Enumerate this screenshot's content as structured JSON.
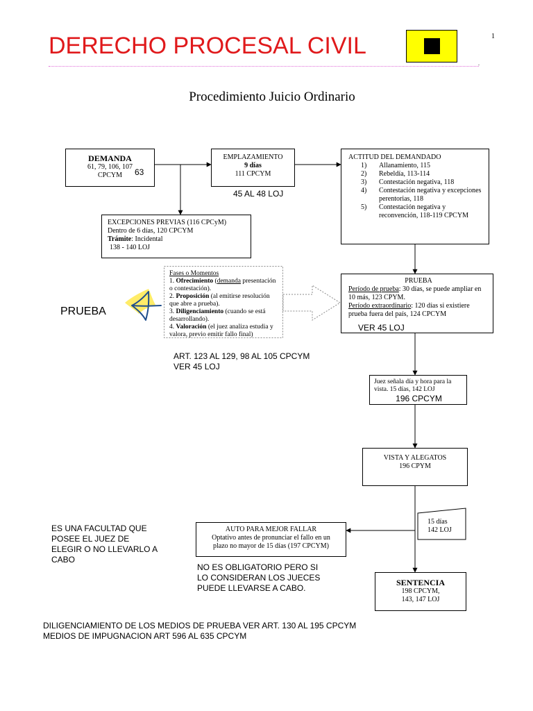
{
  "header": {
    "title": "DERECHO PROCESAL CIVIL",
    "page_number": "1",
    "colors": {
      "title": "#e0191b",
      "rule": "#e06bd8",
      "badge_bg": "#ffff00"
    }
  },
  "diagram": {
    "subtitle": "Procedimiento Juicio Ordinario",
    "demanda": {
      "title": "DEMANDA",
      "line1": "61, 79, 106, 107",
      "line2": "CPCYM",
      "note": "63"
    },
    "emplazamiento": {
      "title": "EMPLAZAMIENTO",
      "days": "9 días",
      "ref": "111 CPCYM",
      "note": "45 AL 48 LOJ"
    },
    "actitud": {
      "title": "ACTITUD DEL DEMANDADO",
      "items": [
        {
          "n": "1)",
          "text": "Allanamiento, 115"
        },
        {
          "n": "2)",
          "text": "Rebeldía, 113-114"
        },
        {
          "n": "3)",
          "text": "Contestación negativa, 118"
        },
        {
          "n": "4)",
          "text": "Contestación negativa y excepciones perentorias, 118"
        },
        {
          "n": "5)",
          "text": "Contestación negativa y reconvención, 118-119 CPCYM"
        }
      ]
    },
    "excepciones": {
      "title": "EXCEPCIONES PREVIAS (116 CPCyM)",
      "line1": "Dentro de 6 días, 120 CPCYM",
      "tramite_label": "Trámite",
      "tramite_value": ": Incidental",
      "ref": "138 - 140 LOJ"
    },
    "fases": {
      "title": "Fases o Momentos",
      "f1_num": "1.",
      "f1_name": "Ofrecimiento",
      "f1_open": " (",
      "f1_link": "demanda",
      "f1_rest": " presentación o contestación).",
      "f2_num": "2.",
      "f2_name": "Proposición",
      "f2_rest": " (al emitirse resolución que abre a prueba).",
      "f3_num": "3.",
      "f3_name": "Diligenciamiento",
      "f3_rest": " (cuando se está desarrollando).",
      "f4_num": "4.",
      "f4_name": "Valoración",
      "f4_rest": " (el juez analiza estudia y valora, previo emitir fallo final)"
    },
    "prueba_label": "PRUEBA",
    "art_note": {
      "line1": "ART. 123 AL 129, 98 AL 105 CPCYM",
      "line2": "VER 45 LOJ"
    },
    "prueba_box": {
      "title": "PRUEBA",
      "p1_label": "Período de prueba",
      "p1_text": ": 30 días, se puede ampliar en 10 más, 123 CPYM.",
      "p2_label": "Período extraordinario",
      "p2_text": ": 120 días si existiere prueba fuera del país, 124 CPCYM",
      "note": "VER 45 LOJ"
    },
    "juez": {
      "line1": "Juez señala día y hora para la",
      "line2": "vista.    15 días, 142 LOJ",
      "note": "196 CPCYM"
    },
    "vista": {
      "title": "VISTA Y ALEGATOS",
      "ref": "196 CPYM"
    },
    "auto": {
      "title": "AUTO PARA MEJOR FALLAR",
      "line1": "Optativo antes de pronunciar el fallo en un",
      "line2": "plazo no mayor de 15 días (197 CPCYM)"
    },
    "quince": {
      "line1": "15 días",
      "line2": "142  LOJ"
    },
    "sentencia": {
      "title": "SENTENCIA",
      "line1": "198 CPCYM,",
      "line2": "143, 147 LOJ"
    },
    "facultad_note": [
      "ES UNA FACULTAD QUE",
      "POSEE EL JUEZ DE",
      "ELEGIR O NO LLEVARLO A",
      "CABO"
    ],
    "obligatorio_note": [
      "NO ES OBLIGATORIO PERO SI",
      "LO CONSIDERAN LOS JUECES",
      "PUEDE LLEVARSE A CABO."
    ]
  },
  "footer": {
    "line1": "DILIGENCIAMIENTO DE LOS MEDIOS DE PRUEBA VER ART. 130 AL 195 CPCYM",
    "line2": "MEDIOS DE IMPUGNACION ART 596 AL 635 CPCYM"
  }
}
